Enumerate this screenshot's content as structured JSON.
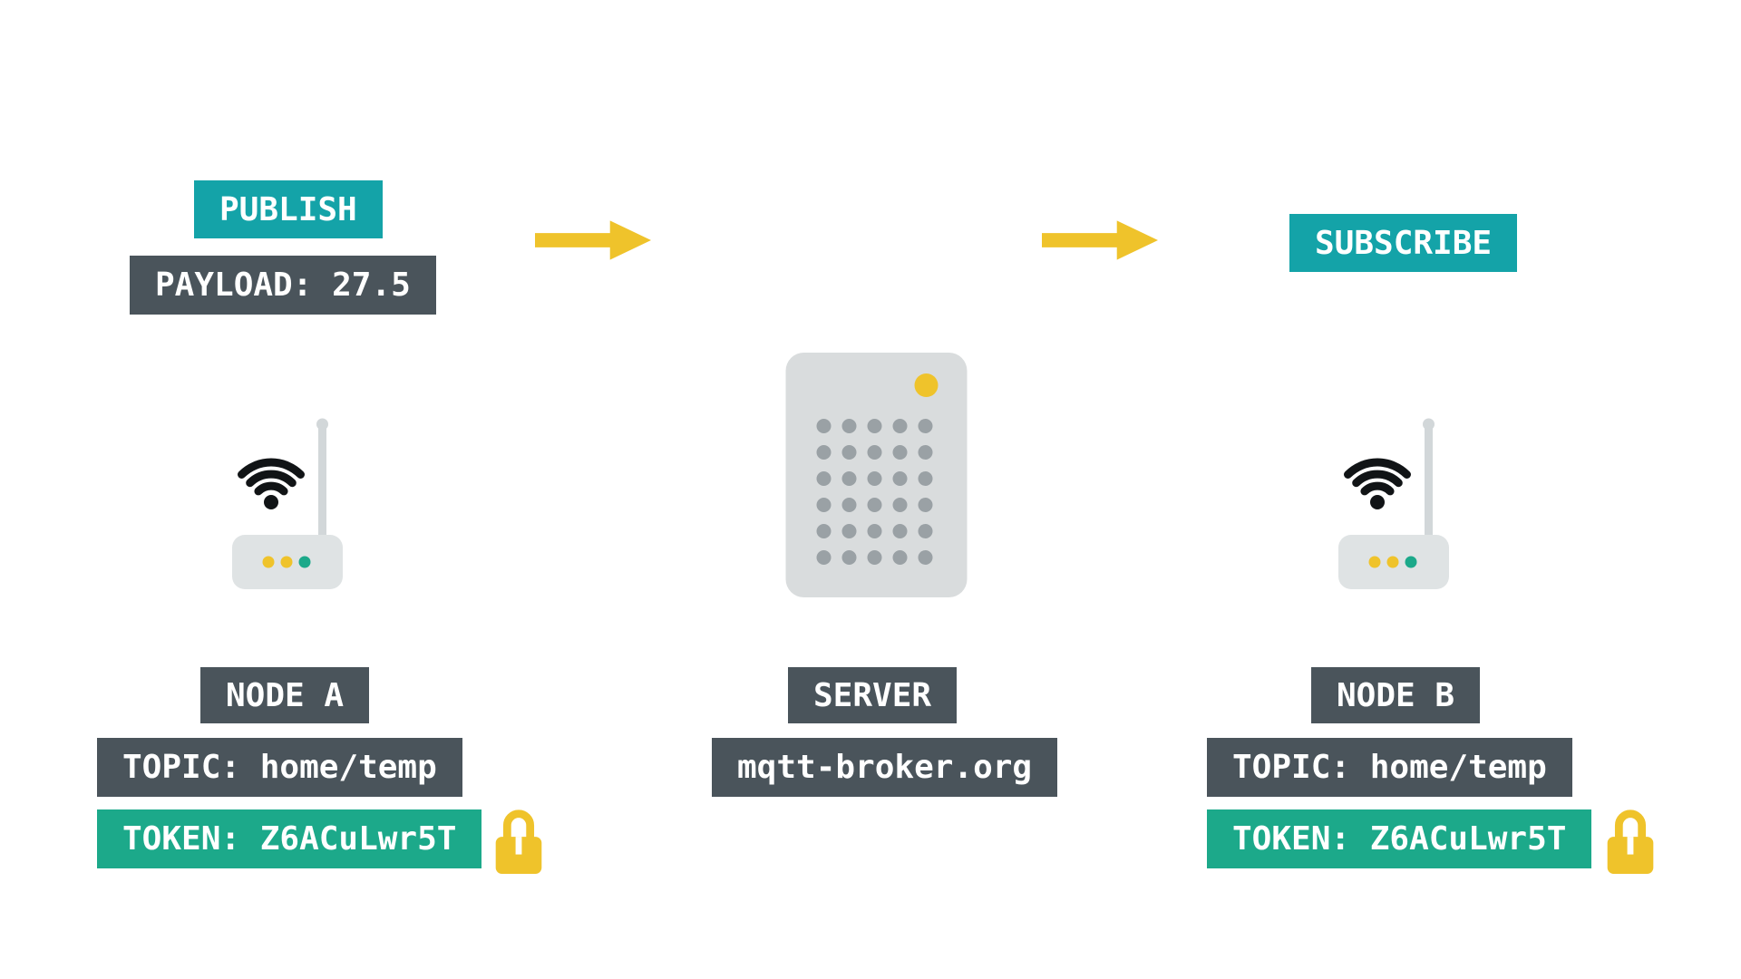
{
  "publisher": {
    "action": "PUBLISH",
    "payload": "PAYLOAD: 27.5",
    "node": "NODE A",
    "topic": "TOPIC: home/temp",
    "token": "TOKEN: Z6ACuLwr5T",
    "device_icon": "wifi-router-icon",
    "lock_icon": "lock-icon"
  },
  "broker": {
    "node": "SERVER",
    "address": "mqtt-broker.org",
    "device_icon": "server-icon"
  },
  "subscriber": {
    "action": "SUBSCRIBE",
    "node": "NODE B",
    "topic": "TOPIC: home/temp",
    "token": "TOKEN: Z6ACuLwr5T",
    "device_icon": "wifi-router-icon",
    "lock_icon": "lock-icon"
  },
  "flow": {
    "left_arrow_icon": "right-arrow-icon",
    "right_arrow_icon": "right-arrow-icon"
  },
  "colors": {
    "teal": "#14A3A8",
    "green": "#1CA98A",
    "slate": "#4A545B",
    "yellow": "#EFC32B",
    "device_gray": "#D9DCDD",
    "dot_gray": "#9AA1A5",
    "background": "#FFFFFF"
  }
}
